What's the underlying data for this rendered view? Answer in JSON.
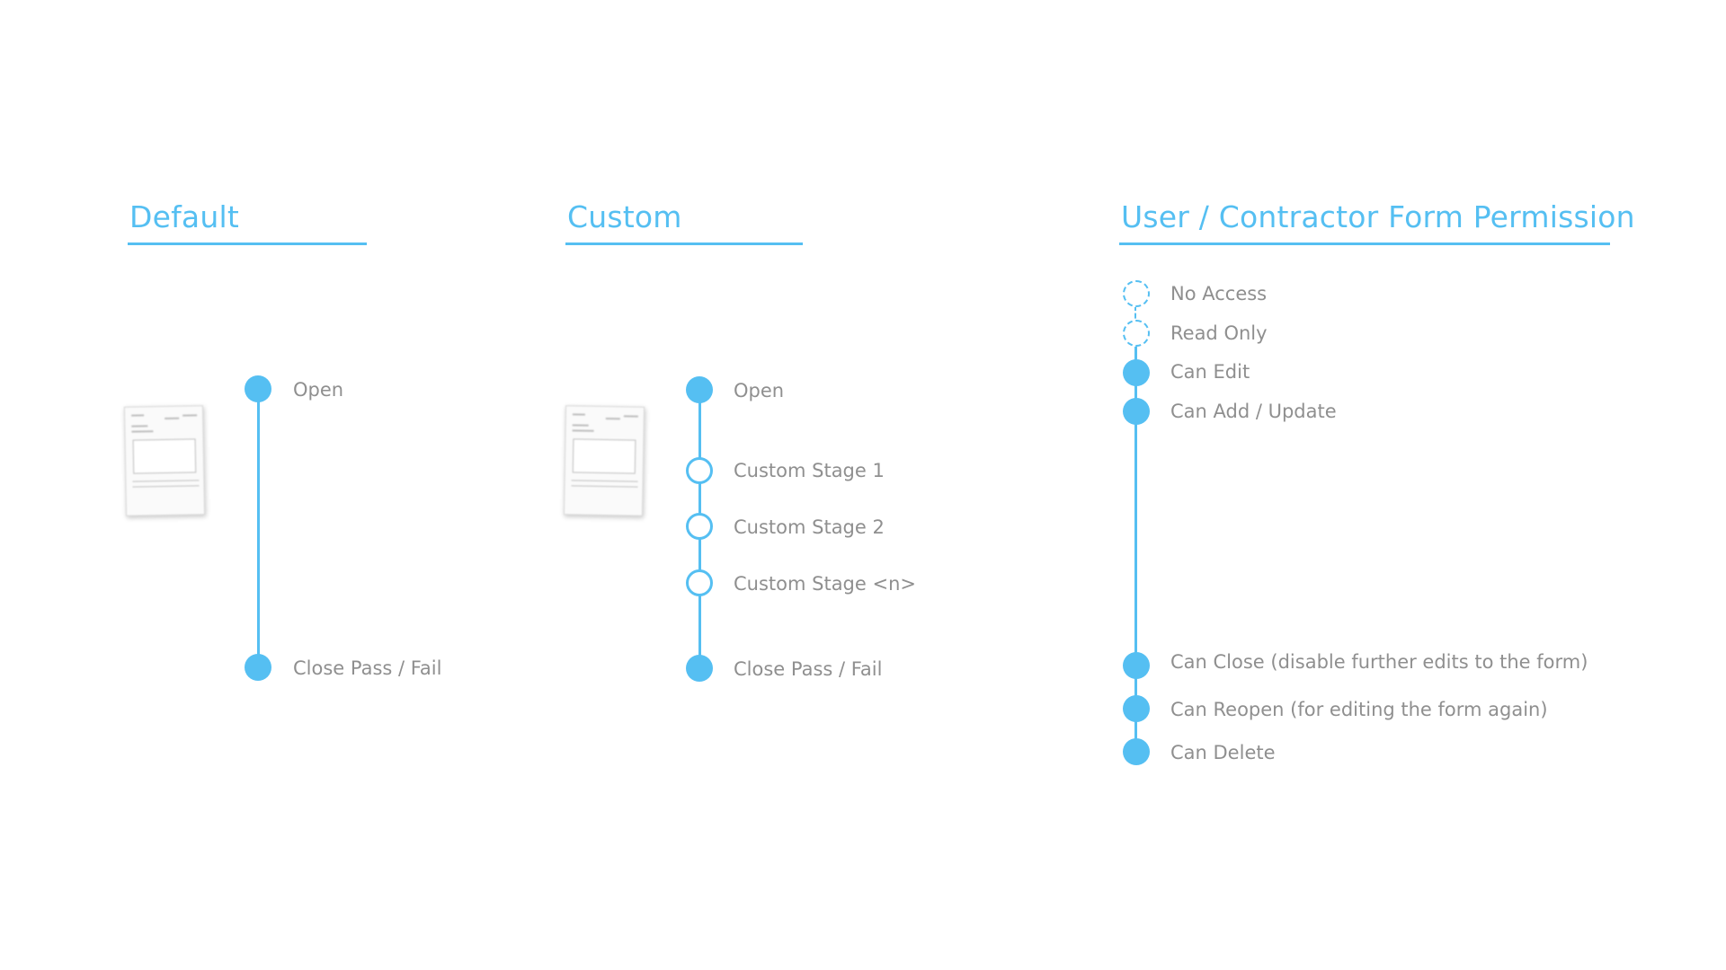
{
  "columns": {
    "default": {
      "title": "Default",
      "stages": [
        {
          "label": "Open",
          "style": "filled"
        },
        {
          "label": "Close Pass / Fail",
          "style": "filled"
        }
      ]
    },
    "custom": {
      "title": "Custom",
      "stages": [
        {
          "label": "Open",
          "style": "filled"
        },
        {
          "label": "Custom Stage 1",
          "style": "hollow"
        },
        {
          "label": "Custom Stage 2",
          "style": "hollow"
        },
        {
          "label": "Custom Stage <n>",
          "style": "hollow"
        },
        {
          "label": "Close Pass / Fail",
          "style": "filled"
        }
      ]
    },
    "permission": {
      "title": "User / Contractor Form Permission",
      "levels": [
        {
          "label": "No Access",
          "style": "dashed"
        },
        {
          "label": "Read Only",
          "style": "dashed"
        },
        {
          "label": "Can Edit",
          "style": "filled"
        },
        {
          "label": "Can Add / Update",
          "style": "filled"
        },
        {
          "label": "Can Close (disable further edits to the form)",
          "style": "filled"
        },
        {
          "label": "Can Reopen (for editing the form again)",
          "style": "filled"
        },
        {
          "label": "Can Delete",
          "style": "filled"
        }
      ]
    }
  },
  "colors": {
    "accent": "#55bff2",
    "label_text": "#8f8f8f",
    "background": "#ffffff"
  }
}
